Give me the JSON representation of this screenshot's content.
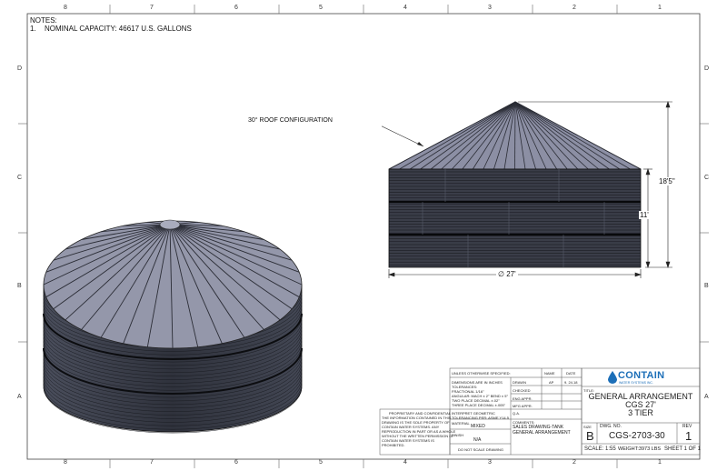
{
  "zones": {
    "top": [
      "8",
      "7",
      "6",
      "5",
      "4",
      "3",
      "2",
      "1"
    ],
    "bottom": [
      "8",
      "7",
      "6",
      "5",
      "4",
      "3",
      "2",
      "1"
    ],
    "left": [
      "D",
      "C",
      "B",
      "A"
    ],
    "right": [
      "D",
      "C",
      "B",
      "A"
    ]
  },
  "notes": {
    "heading": "NOTES:",
    "item1_num": "1.",
    "item1_text": "NOMINAL CAPACITY: 46617 U.S. GALLONS"
  },
  "side_view": {
    "roof_callout": "30° ROOF CONFIGURATION",
    "dim_total_height": "18'5\"",
    "dim_wall_height": "11'",
    "dim_diameter": "∅ 27'"
  },
  "title_block": {
    "unless_specified": "UNLESS OTHERWISE SPECIFIED:",
    "name_hdr": "NAME",
    "date_hdr": "DATE",
    "dimensions_note": "DIMENSIONS ARE IN INCHES",
    "tolerances": "TOLERANCES:",
    "fractional": "FRACTIONAL 1/16\"",
    "angular": "ANGULAR: MACH ± 2° BEND ± 5°",
    "two_place": "TWO PLACE DECIMAL  ±.02\"",
    "three_place": "THREE PLACE DECIMAL  ±.005\"",
    "drawn": "DRAWN",
    "drawn_name": "AP",
    "drawn_date": "9. 24.18",
    "checked": "CHECKED",
    "eng_appr": "ENG APPR.",
    "mfg_appr": "MFG APPR.",
    "interpret": "INTERPRET GEOMETRIC",
    "tolerancing": "TOLERANCING PER: ASME Y14.5",
    "qa": "Q.A.",
    "material_lbl": "MATERIAL",
    "material_val": "MIXED",
    "comments_lbl": "COMMENTS:",
    "comments_line1": "SALES DRAWING-TANK",
    "comments_line2": "GENERAL ARRANGEMENT",
    "finish_lbl": "FINISH",
    "finish_val": "N/A",
    "do_not_scale": "DO NOT SCALE DRAWING",
    "proprietary_title": "PROPRIETARY AND CONFIDENTIAL",
    "proprietary_1": "THE INFORMATION CONTAINED IN THIS",
    "proprietary_2": "DRAWING IS THE SOLE PROPERTY OF",
    "proprietary_3": "CONTAIN WATER SYSTEMS.  ANY",
    "proprietary_4": "REPRODUCTION IN PART OR AS A WHOLE",
    "proprietary_5": "WITHOUT THE WRITTEN PERMISSION OF",
    "proprietary_6": "CONTAIN WATER SYSTEMS IS",
    "proprietary_7": "PROHIBITED.",
    "logo_name": "CONTAIN",
    "logo_sub": "WATER SYSTEMS INC.",
    "title_lbl": "TITLE:",
    "title_line1": "GENERAL ARRANGEMENT",
    "title_line2": "CGS 27'",
    "title_line3": "3 TIER",
    "size_lbl": "SIZE",
    "size_val": "B",
    "dwg_no_lbl": "DWG.  NO.",
    "dwg_no_val": "CGS-2703-30",
    "rev_lbl": "REV",
    "rev_val": "1",
    "scale": "SCALE: 1:55",
    "weight": "WEIGHT:3973 LBS",
    "sheet": "SHEET 1 OF 1"
  },
  "colors": {
    "roof_fill": "#8c8fa4",
    "wall_fill": "#3b3f4c",
    "logo_blue": "#1d6fb8"
  }
}
